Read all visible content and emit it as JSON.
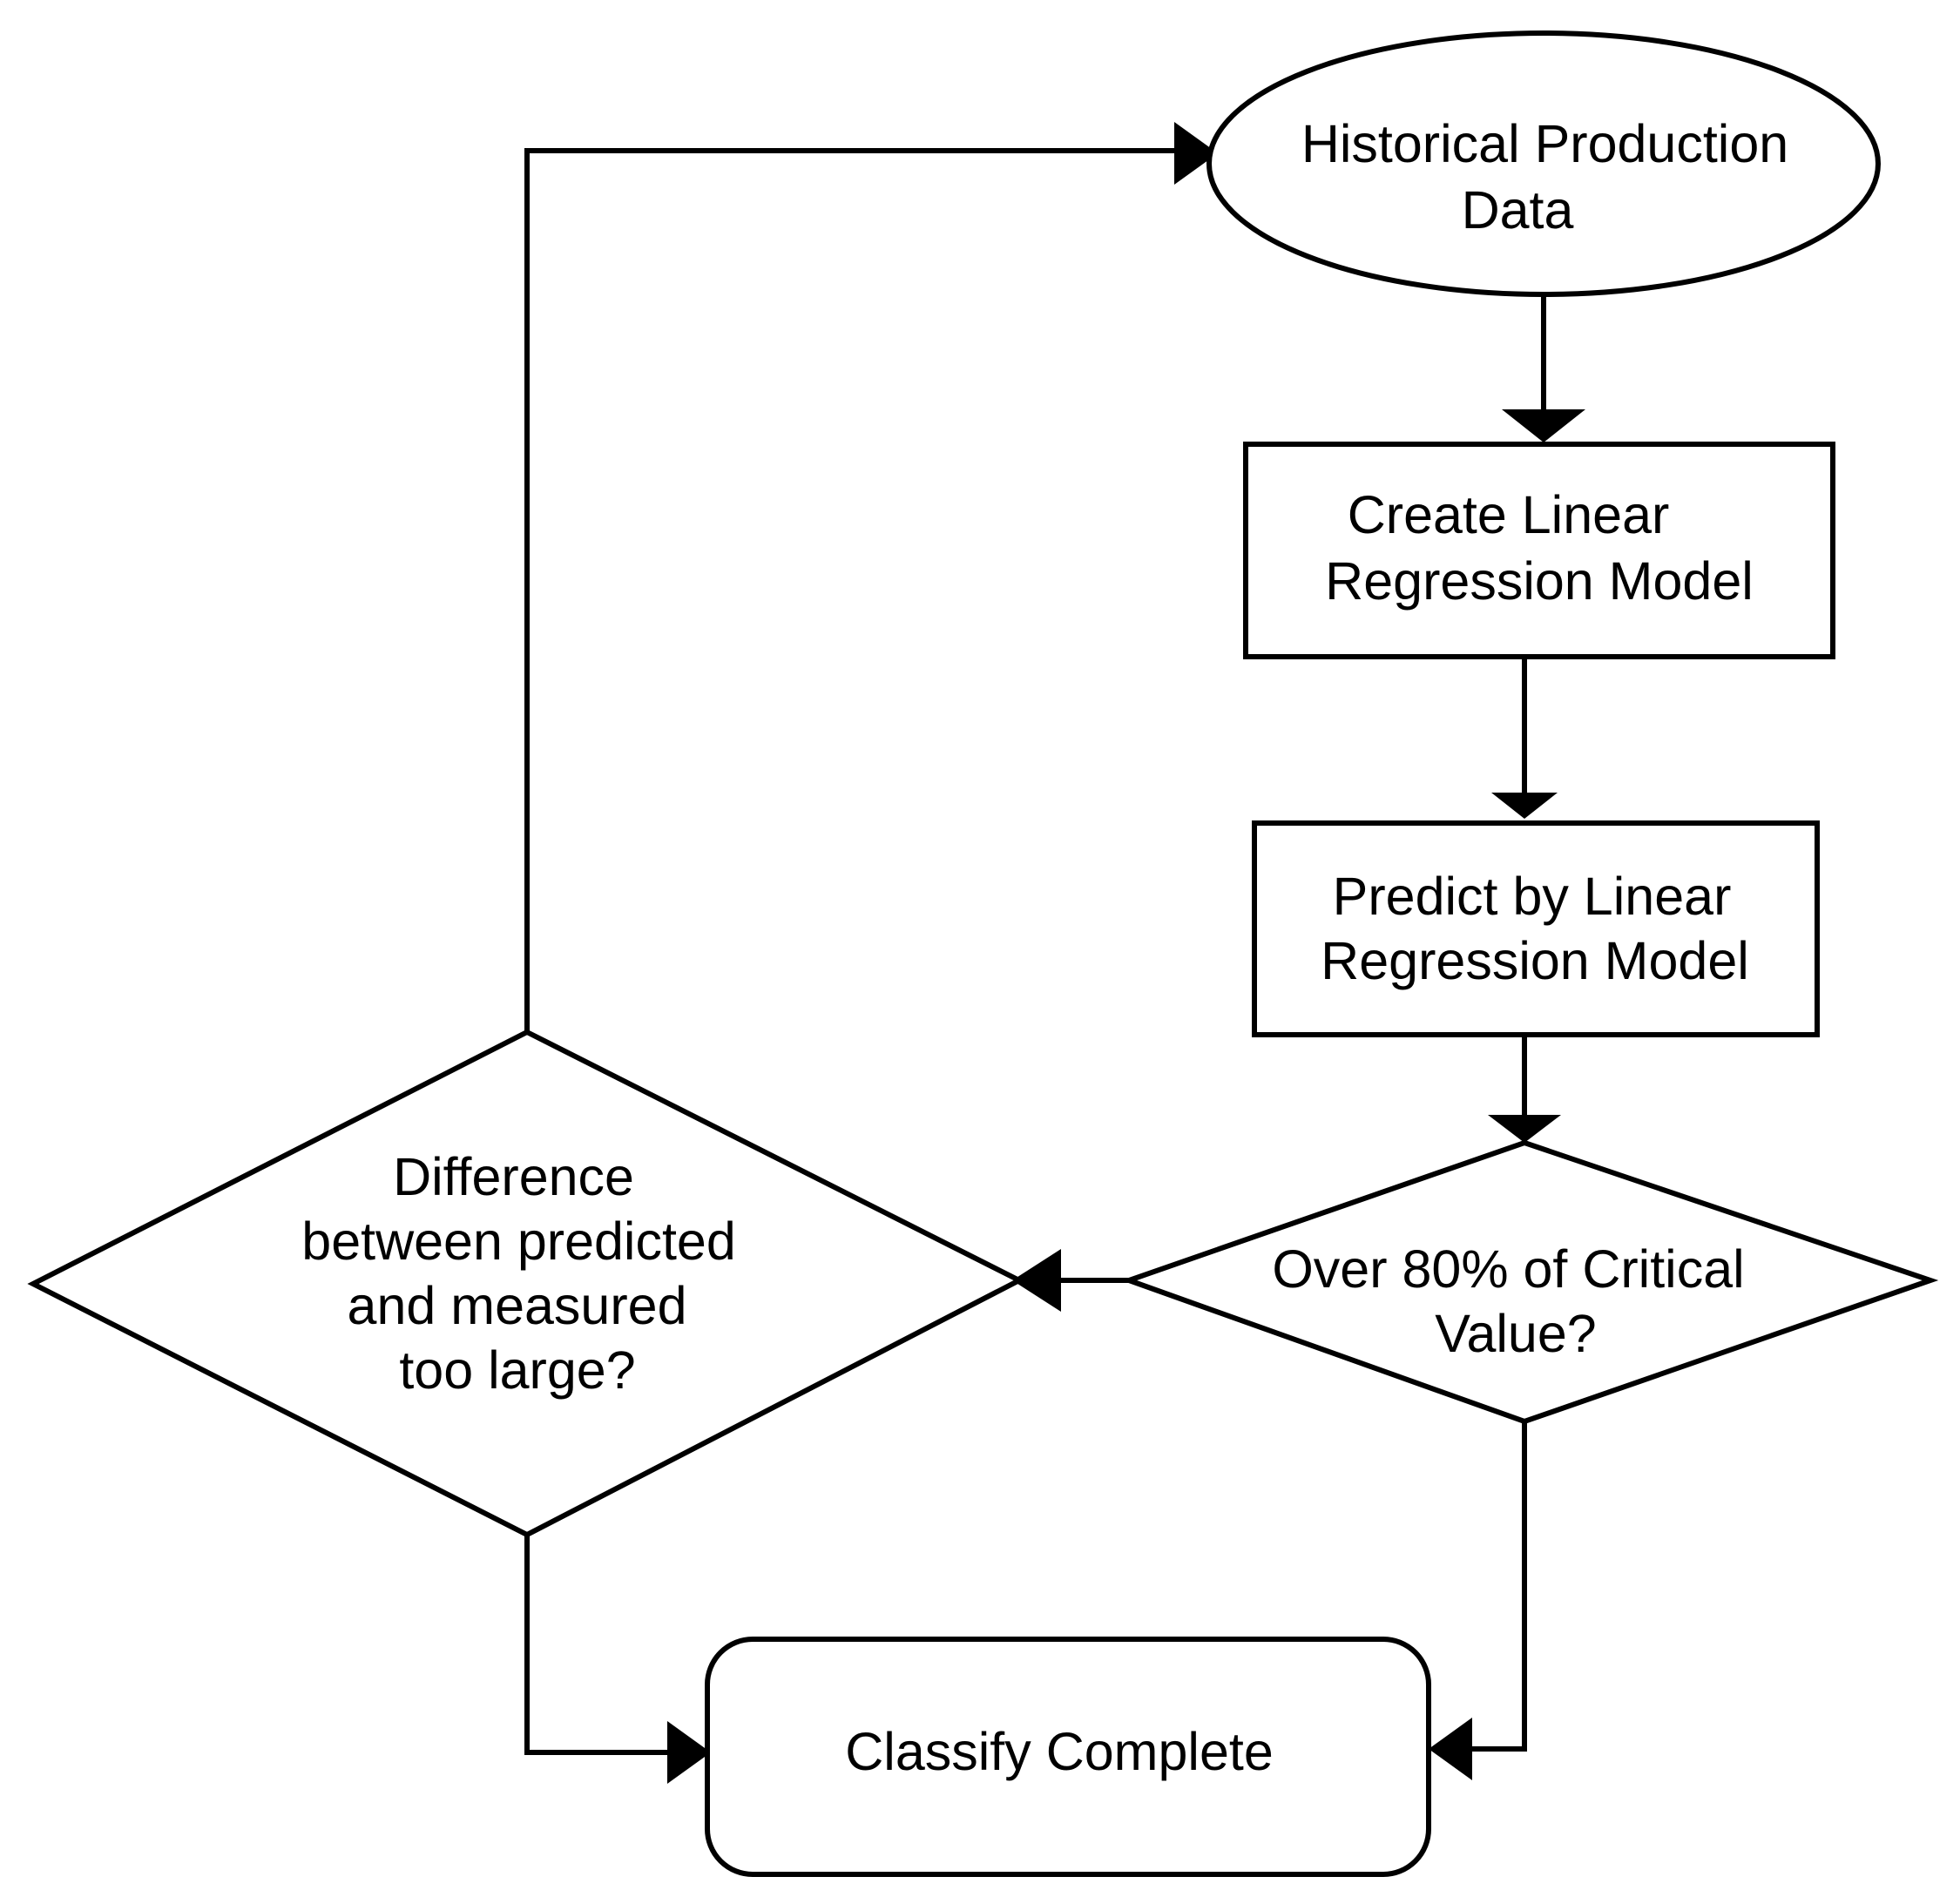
{
  "colors": {
    "background": "#ffffff",
    "stroke": "#000000",
    "text": "#000000"
  },
  "nodes": {
    "historical_data": {
      "shape": "ellipse",
      "lines": [
        "Historical Production",
        "Data"
      ]
    },
    "create_model": {
      "shape": "rectangle",
      "lines": [
        "Create Linear",
        "Regression Model"
      ]
    },
    "predict_model": {
      "shape": "rectangle",
      "lines": [
        "Predict by Linear",
        "Regression Model"
      ]
    },
    "over_critical": {
      "shape": "diamond",
      "lines": [
        "Over 80% of Critical",
        "Value?"
      ]
    },
    "difference_check": {
      "shape": "diamond",
      "lines": [
        "Difference",
        "between predicted",
        "and measured",
        "too large?"
      ]
    },
    "classify_complete": {
      "shape": "rounded-rectangle",
      "lines": [
        "Classify Complete"
      ]
    }
  },
  "edges": [
    {
      "from": "historical_data",
      "to": "create_model"
    },
    {
      "from": "create_model",
      "to": "predict_model"
    },
    {
      "from": "predict_model",
      "to": "over_critical"
    },
    {
      "from": "over_critical",
      "to": "difference_check"
    },
    {
      "from": "over_critical",
      "to": "classify_complete"
    },
    {
      "from": "difference_check",
      "to": "historical_data"
    },
    {
      "from": "difference_check",
      "to": "classify_complete"
    }
  ]
}
